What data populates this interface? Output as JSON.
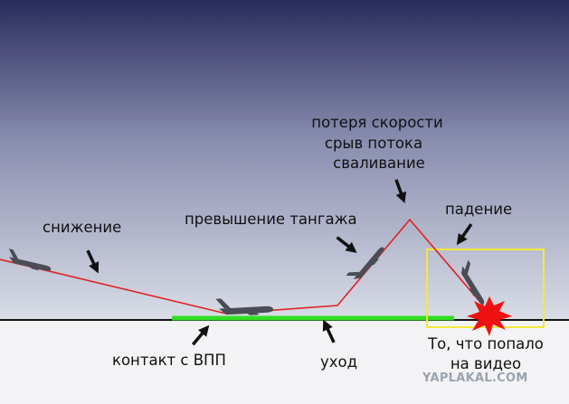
{
  "labels": {
    "descent": "снижение",
    "pitch_excess": "превышение тангажа",
    "speed_loss_1": "потеря скорости",
    "speed_loss_2": "срыв потока",
    "speed_loss_3": "сваливание",
    "fall": "падение",
    "touchdown": "контакт с ВПП",
    "go_around": "уход",
    "video_1": "То, что попало",
    "video_2": "на видео"
  },
  "watermark": "YAPLAKAL.COM",
  "colors": {
    "sky_top": "#2a2c5c",
    "sky_bottom": "#d9dde6",
    "ground": "#f3f3f5",
    "ground_line": "#111111",
    "runway": "#33dd22",
    "trajectory": "#dd2222",
    "plane": "#4a4d54",
    "arrow": "#111111",
    "video_box": "#f2ea3a",
    "explosion": "#ee1111"
  },
  "icons": {
    "plane": "airplane-icon",
    "arrow": "arrow-icon",
    "explosion": "explosion-icon"
  }
}
